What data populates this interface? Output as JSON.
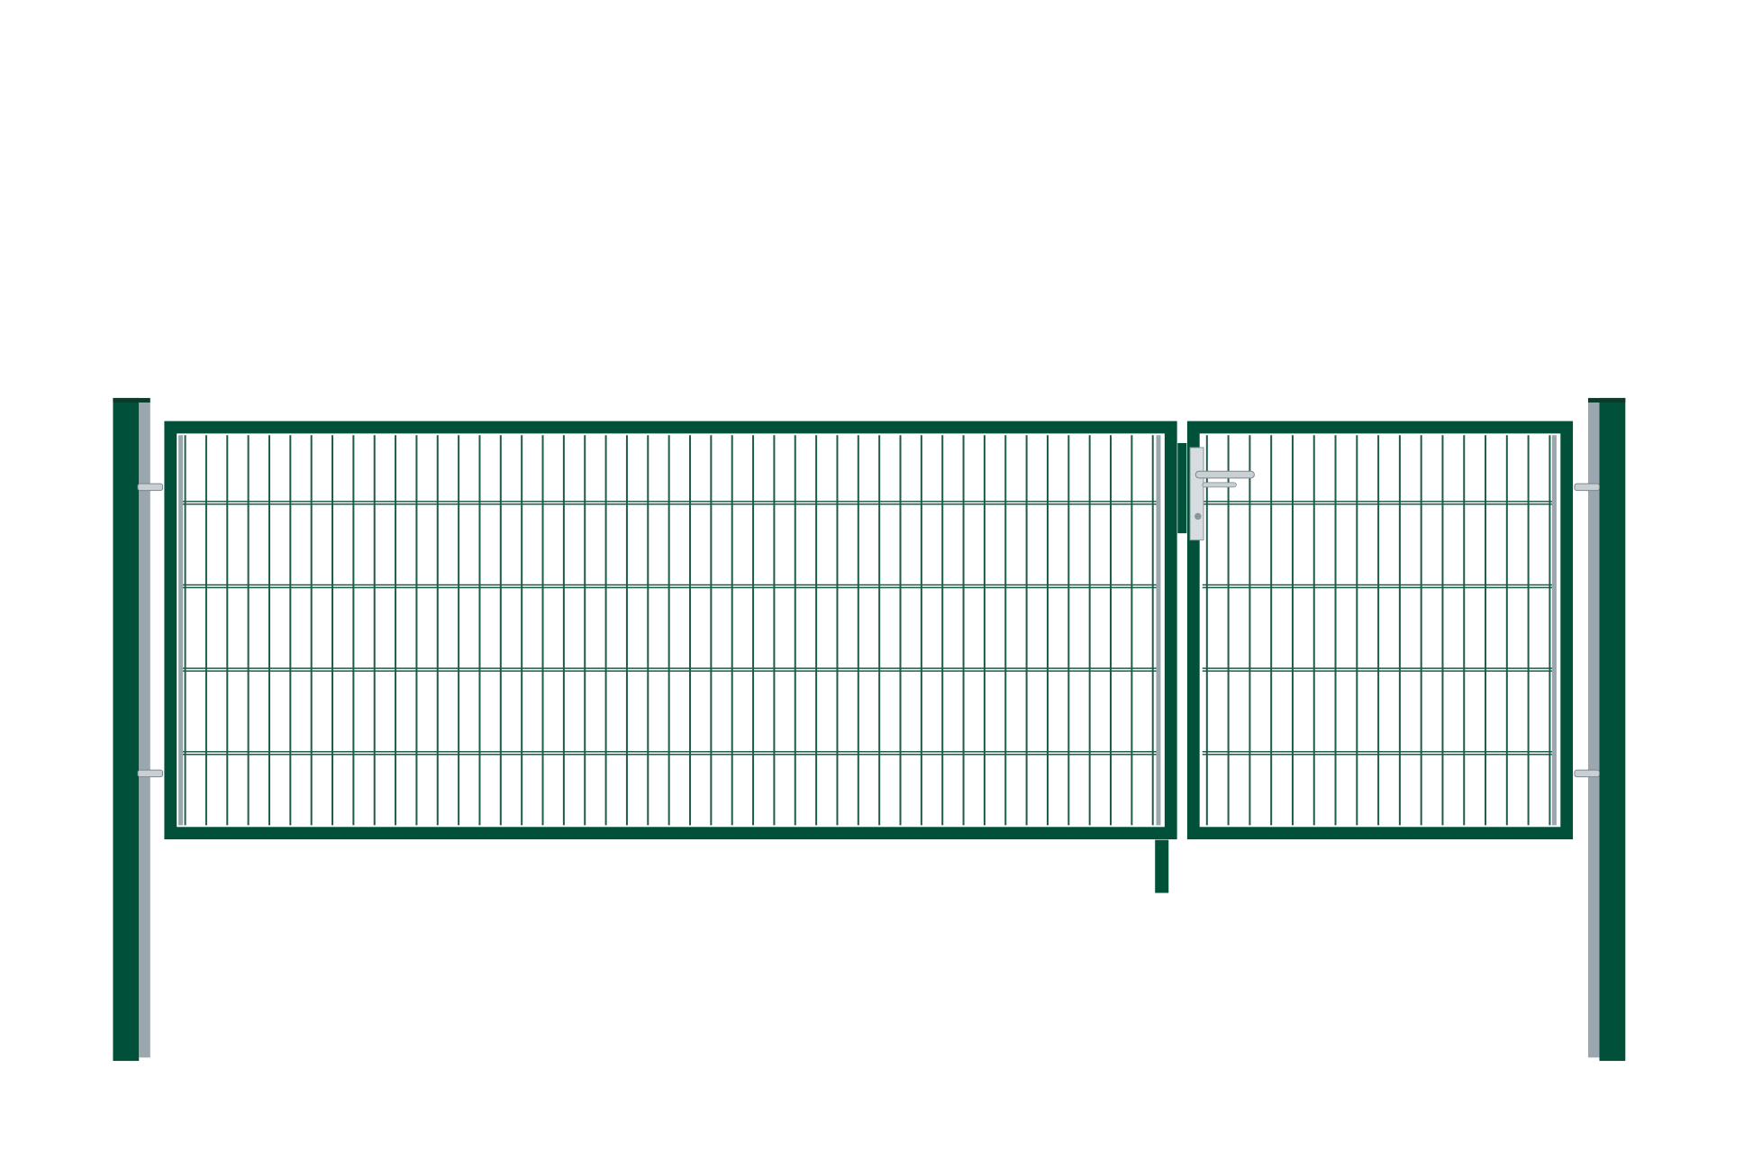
{
  "colors": {
    "frame": "#00503a",
    "wire": "#1f5c4a",
    "galvanized": "#9aa7ae",
    "background": "#ffffff"
  },
  "gate": {
    "left_leaf_vertical_wires": 47,
    "right_leaf_vertical_wires": 17,
    "horizontal_wire_rows": 4
  }
}
